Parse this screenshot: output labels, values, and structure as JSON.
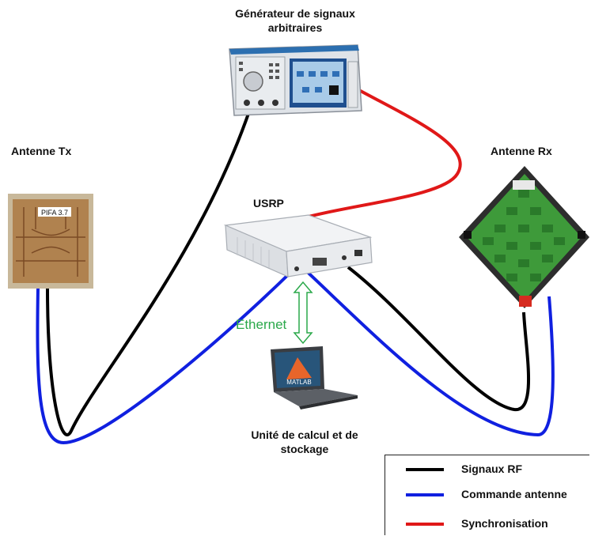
{
  "labels": {
    "generator": "Générateur de signaux arbitraires",
    "antenna_tx": "Antenne Tx",
    "antenna_rx": "Antenne Rx",
    "usrp": "USRP",
    "ethernet": "Ethernet",
    "compute": "Unité de calcul et de stockage",
    "pifa": "PIFA 3.7",
    "matlab": "MATLAB"
  },
  "legend": [
    {
      "text": "Signaux RF",
      "color": "#000000"
    },
    {
      "text": "Commande antenne",
      "color": "#1020e0"
    },
    {
      "text": "Synchronisation",
      "color": "#e01818"
    }
  ],
  "colors": {
    "rf": "#000000",
    "command": "#1020e0",
    "sync": "#e01818",
    "ethernet": "#2aa84a"
  }
}
